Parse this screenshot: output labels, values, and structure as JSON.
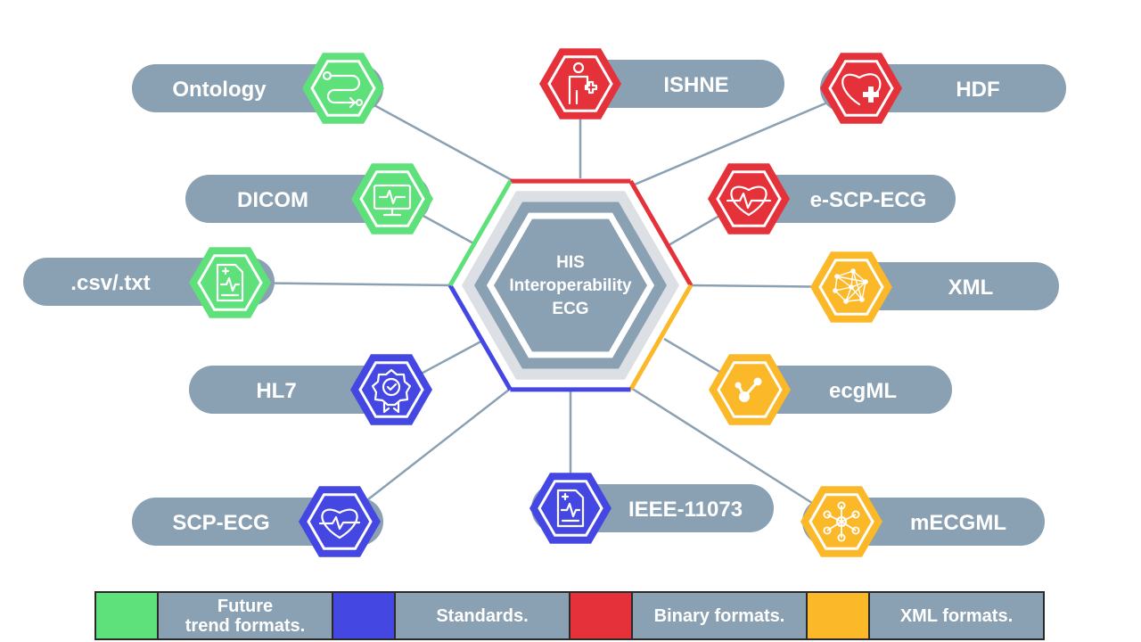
{
  "colors": {
    "future": "#5ee07a",
    "standards": "#4547e2",
    "binary": "#e5323a",
    "xml": "#fbb829",
    "pill": "#8aa0b3",
    "line": "#8aa0b3"
  },
  "center": {
    "line1": "HIS",
    "line2": "Interoperability",
    "line3": "ECG"
  },
  "nodes": [
    {
      "label": "Ontology",
      "category": "future",
      "icon": "path-route-icon"
    },
    {
      "label": "DICOM",
      "category": "future",
      "icon": "monitor-ecg-icon"
    },
    {
      "label": ".csv/.txt",
      "category": "future",
      "icon": "medical-report-icon"
    },
    {
      "label": "HL7",
      "category": "standards",
      "icon": "certificate-badge-icon"
    },
    {
      "label": "SCP-ECG",
      "category": "standards",
      "icon": "heart-pulse-icon"
    },
    {
      "label": "IEEE-11073",
      "category": "standards",
      "icon": "document-ecg-icon"
    },
    {
      "label": "ISHNE",
      "category": "binary",
      "icon": "person-medical-icon"
    },
    {
      "label": "HDF",
      "category": "binary",
      "icon": "heart-plus-icon"
    },
    {
      "label": "e-SCP-ECG",
      "category": "binary",
      "icon": "heart-ecg-icon"
    },
    {
      "label": "XML",
      "category": "xml",
      "icon": "network-mesh-icon"
    },
    {
      "label": "ecgML",
      "category": "xml",
      "icon": "node-graph-icon"
    },
    {
      "label": "mECGML",
      "category": "xml",
      "icon": "hub-network-icon"
    }
  ],
  "legend": [
    {
      "category": "future",
      "label": "Future\ntrend formats."
    },
    {
      "category": "standards",
      "label": "Standards."
    },
    {
      "category": "binary",
      "label": "Binary formats."
    },
    {
      "category": "xml",
      "label": "XML formats."
    }
  ]
}
